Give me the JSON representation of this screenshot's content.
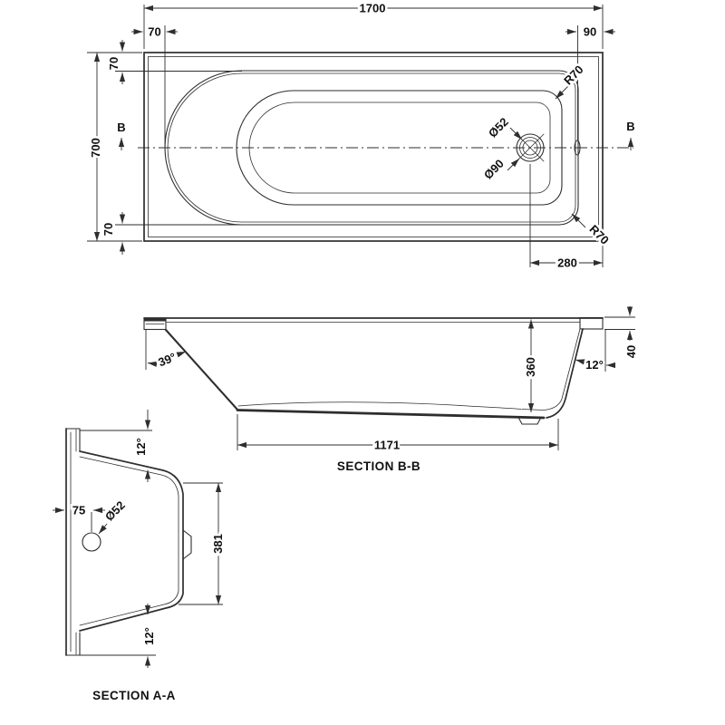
{
  "drawing": {
    "top_view": {
      "overall_length": "1700",
      "left_end_width": "70",
      "right_end_width": "90",
      "overall_width": "700",
      "top_rim_width": "70",
      "bottom_rim_width": "70",
      "waste_to_end": "280",
      "waste_diameter": "Ø52",
      "drain_recess_diameter": "Ø90",
      "corner_radius_top": "R70",
      "corner_radius_bottom": "R70",
      "section_marker_left": "B",
      "section_marker_right": "B"
    },
    "section_bb": {
      "title": "SECTION B-B",
      "head_slope_angle": "39°",
      "foot_wall_angle": "12°",
      "internal_depth": "360",
      "rim_edge_height": "40",
      "base_length": "1171"
    },
    "section_aa": {
      "title": "SECTION A-A",
      "top_wall_angle": "12°",
      "waste_offset": "75",
      "waste_diameter": "Ø52",
      "internal_depth": "381",
      "bottom_wall_angle": "12°"
    },
    "colors": {
      "line": "#2e2e2e",
      "section_fill": "#7a7a7a",
      "background": "#ffffff"
    }
  }
}
